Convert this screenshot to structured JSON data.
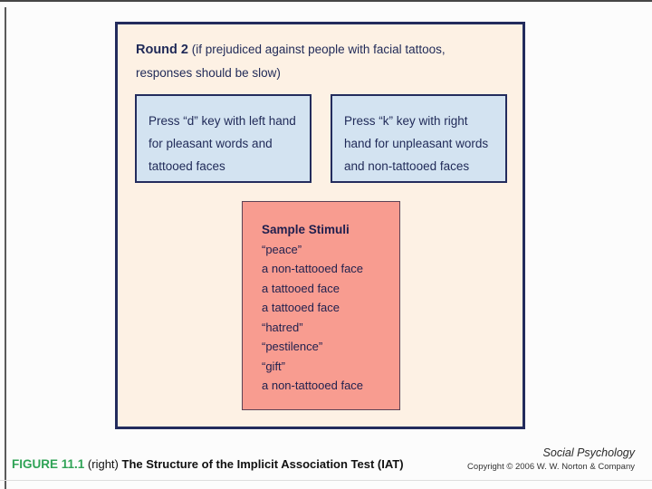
{
  "slide": {
    "round": {
      "label": "Round 2",
      "condition": "(if prejudiced against people with facial tattoos, responses should be slow)"
    },
    "left_key_box": "Press “d” key with left hand for pleasant words and tattooed faces",
    "right_key_box": "Press “k” key with right hand for unpleasant words and non-tattooed faces",
    "sample_stimuli": {
      "title": "Sample Stimuli",
      "items": [
        "“peace”",
        "a non-tattooed face",
        "a tattooed face",
        "a tattooed face",
        "“hatred”",
        "“pestilence”",
        "“gift”",
        "a non-tattooed face"
      ]
    }
  },
  "caption": {
    "figure_number": "FIGURE 11.1",
    "placement": "(right)",
    "title": "The Structure of the Implicit Association Test (IAT)",
    "book": "Social Psychology",
    "copyright": "Copyright © 2006 W. W. Norton & Company"
  },
  "colors": {
    "navy": "#232c5d",
    "cream": "#fdf1e4",
    "light_blue": "#d3e3f1",
    "salmon": "#f89c90",
    "green": "#2fa356"
  }
}
